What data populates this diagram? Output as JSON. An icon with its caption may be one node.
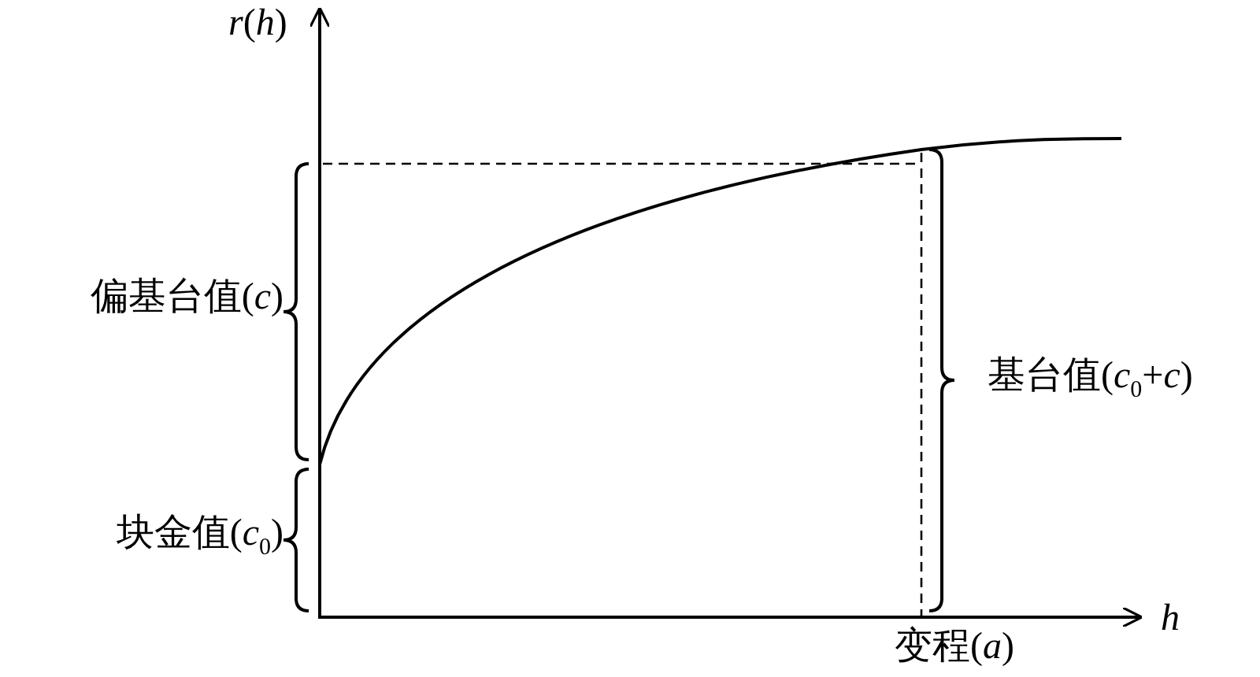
{
  "diagram": {
    "labels": [
      "*r*(*h*)",
      "偏基台值(*c*)",
      "块金值(*c*$_{0}$)",
      "基台值(*c*$_{0}$+*c*)",
      "*h*",
      "变程(*a*)"
    ]
  }
}
